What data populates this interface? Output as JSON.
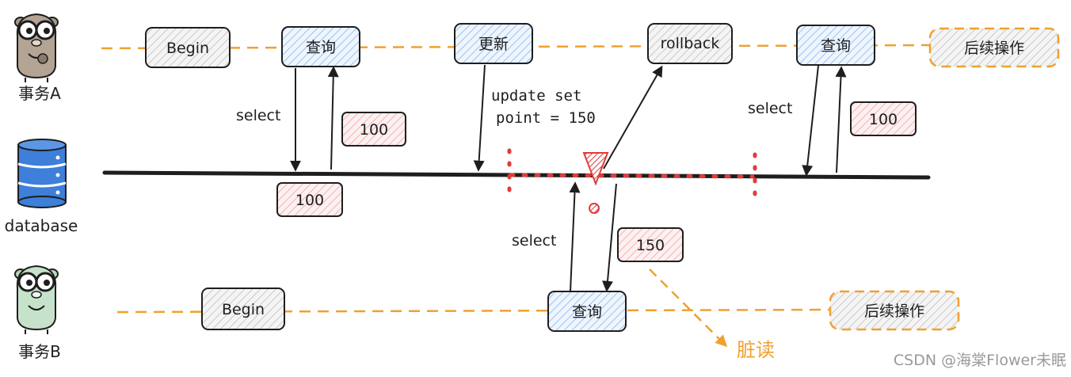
{
  "actors": {
    "a_label": "事务A",
    "b_label": "事务B",
    "db_label": "database"
  },
  "timeline_a": {
    "begin": "Begin",
    "query1": "查询",
    "update": "更新",
    "rollback": "rollback",
    "query2": "查询",
    "subsequent": "后续操作"
  },
  "timeline_b": {
    "begin": "Begin",
    "query": "查询",
    "subsequent": "后续操作"
  },
  "annotations": {
    "select_a1": "select",
    "result_a1": "100",
    "db_value": "100",
    "update_line1": "update set",
    "update_line2": "point = 150",
    "select_a2": "select",
    "result_a2": "100",
    "select_b": "select",
    "result_b": "150",
    "dirty_read": "脏读"
  },
  "watermark": "CSDN @海棠Flower未眠",
  "colors": {
    "timeline_dash": "#f0a030",
    "stroke": "#1e1e1e",
    "query_fill": "#d6e8fa",
    "neutral_fill": "#e6e6e6",
    "value_fill": "#fbd3d3",
    "dirty_red": "#e03c3c",
    "db_blue": "#3d7fd9",
    "dirty_orange": "#f0a030"
  }
}
